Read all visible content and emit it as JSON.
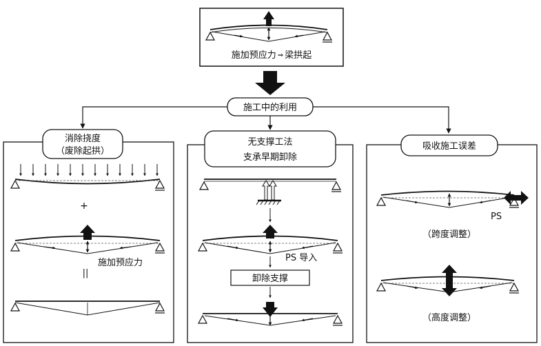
{
  "top": {
    "caption_left": "施加预应力",
    "arrow_glyph": "⇒",
    "caption_right": "梁拱起"
  },
  "hub": {
    "label": "施工中的利用"
  },
  "panels": [
    {
      "title_line1": "消除挠度",
      "title_line2": "（废除起拱）",
      "plus_sign": "+",
      "equals_sign": "||",
      "prestress_label": "施加预应力"
    },
    {
      "title_line1": "无支撑工法",
      "title_line2": "支承早期卸除",
      "unload_label": "卸除支撑",
      "ps_label": "PS 导入"
    },
    {
      "title": "吸收施工误差",
      "ps_label": "PS",
      "span_label": "（跨度调整）",
      "height_label": "（高度调整）"
    }
  ],
  "colors": {
    "ink": "#111111",
    "paper": "#ffffff",
    "dashed": "#555555"
  }
}
